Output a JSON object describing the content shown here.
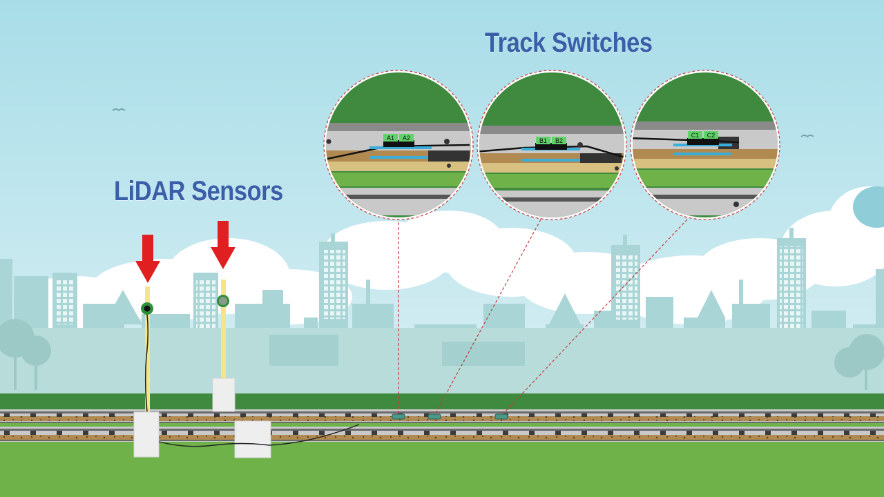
{
  "headings": {
    "track_switches": "Track Switches",
    "lidar_sensors": "LiDAR Sensors"
  },
  "switch_views": [
    {
      "id": "A",
      "labels": [
        "A1",
        "A2"
      ]
    },
    {
      "id": "B",
      "labels": [
        "B1",
        "B2"
      ]
    },
    {
      "id": "C",
      "labels": [
        "C1",
        "C2"
      ]
    }
  ],
  "lidar_sensor_count": 2,
  "colors": {
    "sky_top": "#a8dde8",
    "sky_bottom": "#e3f3f6",
    "heading": "#3a5fa8",
    "arrow": "#e02020",
    "grass_dark": "#3f8a3f",
    "grass_light": "#6fb24a",
    "callout_line": "#c83a3a",
    "label_green": "#5fd36a",
    "bar_blue": "#3aaed8",
    "ballast": "#b08a50"
  }
}
